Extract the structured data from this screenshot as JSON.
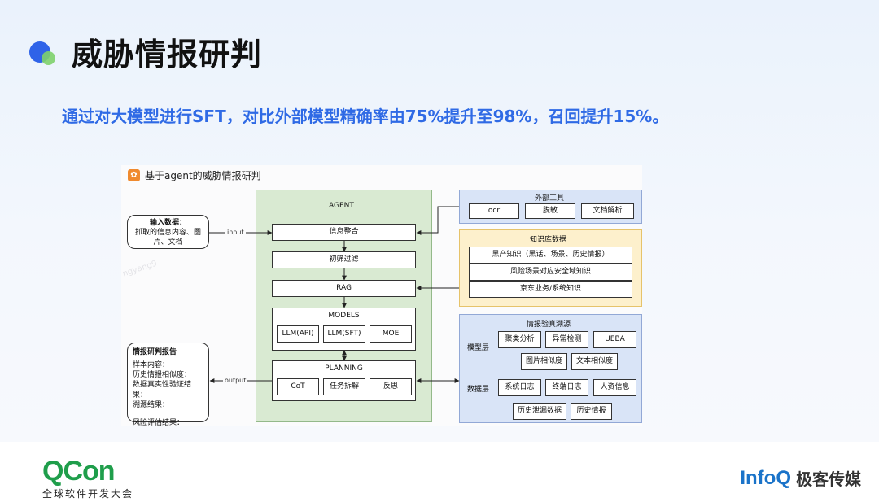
{
  "header": {
    "title": "威胁情报研判",
    "subtitle": "通过对大模型进行SFT，对比外部模型精确率由75%提升至98%，召回提升15%。"
  },
  "diagram": {
    "title": "基于agent的威胁情报研判",
    "input_box": {
      "title": "输入数据：",
      "lines": [
        "抓取的信息内容、图",
        "片、文档"
      ]
    },
    "input_label": "input",
    "output_label": "output",
    "agent": {
      "title": "AGENT",
      "integrate": "信息整合",
      "filter": "初筛过滤",
      "rag": "RAG",
      "models_title": "MODELS",
      "models": [
        "LLM(API)",
        "LLM(SFT)",
        "MOE"
      ],
      "planning_title": "PLANNING",
      "planning": [
        "CoT",
        "任务拆解",
        "反思"
      ]
    },
    "external_tools": {
      "title": "外部工具",
      "items": [
        "ocr",
        "脱敏",
        "文档解析"
      ]
    },
    "knowledge_base": {
      "title": "知识库数据",
      "items": [
        "黑产知识（黑话、场景、历史情报）",
        "风险场景对应安全域知识",
        "京东业务/系统知识"
      ]
    },
    "verification": {
      "title": "情报验真溯源",
      "model_layer": "模型层",
      "model_row1": [
        "聚类分析",
        "异常检测",
        "UEBA"
      ],
      "model_row2": [
        "图片相似度",
        "文本相似度"
      ],
      "data_layer": "数据层",
      "data_row1": [
        "系统日志",
        "终端日志",
        "人资信息"
      ],
      "data_row2": [
        "历史泄漏数据",
        "历史情报"
      ]
    },
    "report": {
      "title": "情报研判报告",
      "lines": [
        "样本内容：",
        "历史情报相似度：",
        "数据真实性验证结果：",
        "溯源结果：",
        "",
        "风险评估结果："
      ]
    }
  },
  "footer": {
    "left_logo": "QCon",
    "left_sub": "全球软件开发大会",
    "right_logo": "InfoQ",
    "right_sub": "极客传媒"
  }
}
